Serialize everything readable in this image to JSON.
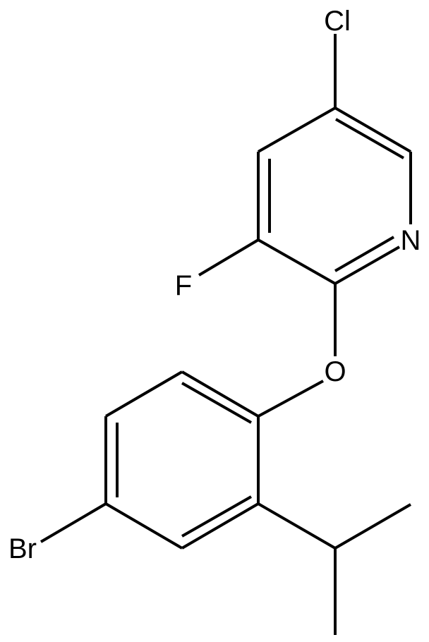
{
  "atoms": {
    "chlorine": "Cl",
    "nitrogen": "N",
    "fluorine": "F",
    "oxygen": "O",
    "bromine": "Br"
  },
  "colors": {
    "bond": "#000000",
    "label": "#000000",
    "background": "#ffffff"
  }
}
